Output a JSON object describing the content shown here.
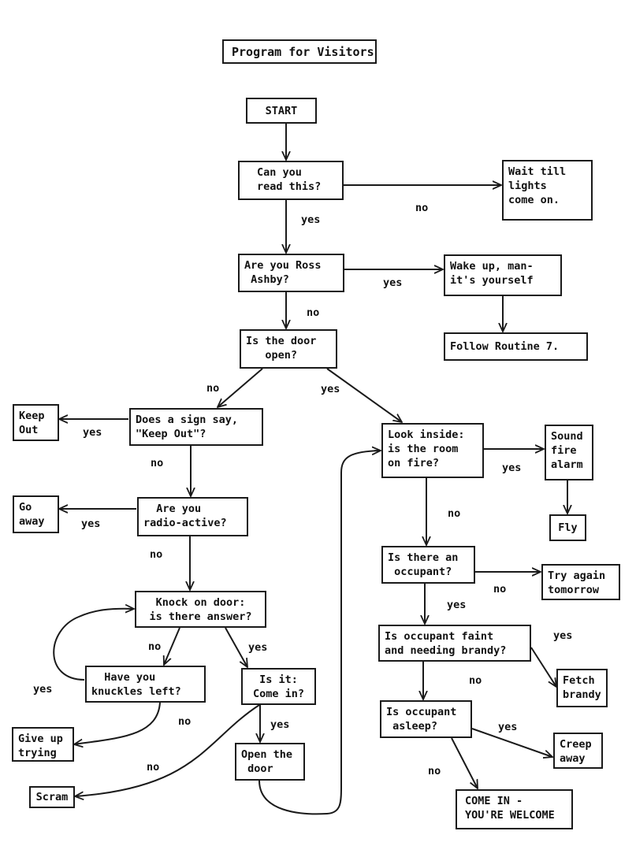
{
  "title": "Program for Visitors",
  "nodes": {
    "start": "START",
    "read": "Can you\nread this?",
    "wait": "Wait till\nlights\ncome on.",
    "ross": "Are you Ross\n Ashby?",
    "wake": "Wake up, man-\nit's yourself",
    "routine": "Follow Routine 7.",
    "door_open": "Is the door\n   open?",
    "keep_out": "Keep\nOut",
    "sign": "Does a sign say,\n\"Keep Out\"?",
    "look": "Look inside:\nis the room\non fire?",
    "alarm": "Sound\nfire\nalarm",
    "fly": "Fly",
    "go_away": "Go\naway",
    "radio": "  Are you\nradio-active?",
    "occupant": "Is there an\n occupant?",
    "try_again": "Try again\ntomorrow",
    "knock": "Knock on door:\nis there answer?",
    "faint": "Is occupant faint\nand needing brandy?",
    "fetch": "Fetch\nbrandy",
    "knuckles": "  Have you\nknuckles left?",
    "come_in_q": "Is it:\nCome in?",
    "asleep": "Is occupant\n asleep?",
    "creep": "Creep\naway",
    "give_up": "Give up\ntrying",
    "open_door": "Open the\n door",
    "scram": "Scram",
    "welcome": "COME IN -\nYOU'RE WELCOME"
  },
  "labels": {
    "read_yes": "yes",
    "read_no": "no",
    "ross_yes": "yes",
    "ross_no": "no",
    "door_no": "no",
    "door_yes": "yes",
    "sign_yes": "yes",
    "sign_no": "no",
    "radio_yes": "yes",
    "radio_no": "no",
    "fire_yes": "yes",
    "fire_no": "no",
    "occupant_no": "no",
    "occupant_yes": "yes",
    "faint_yes": "yes",
    "faint_no": "no",
    "knock_no": "no",
    "knock_yes": "yes",
    "knuckles_yes": "yes",
    "knuckles_no": "no",
    "comein_yes": "yes",
    "comein_no": "no",
    "asleep_yes": "yes",
    "asleep_no": "no"
  }
}
